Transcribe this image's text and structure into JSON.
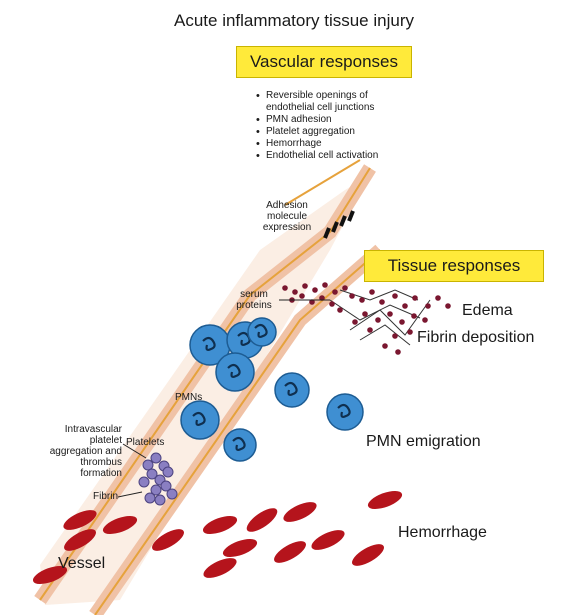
{
  "title": "Acute inflammatory tissue injury",
  "vascular_banner": "Vascular responses",
  "vascular_responses": [
    "Reversible openings of endothelial cell junctions",
    "PMN adhesion",
    "Platelet aggregation",
    "Hemorrhage",
    "Endothelial cell activation"
  ],
  "tissue_banner": "Tissue responses",
  "labels": {
    "adhesion": "Adhesion molecule expression",
    "serum": "serum proteins",
    "edema": "Edema",
    "fibrin_deposition": "Fibrin deposition",
    "pmns": "PMNs",
    "intravascular": "Intravascular platelet aggregation and thrombus formation",
    "platelets": "Platelets",
    "fibrin": "Fibrin",
    "pmn_emigration": "PMN emigration",
    "hemorrhage": "Hemorrhage",
    "vessel": "Vessel"
  },
  "colors": {
    "banner": "#ffea3a",
    "vessel_wall": "#f0c2a6",
    "vessel_outline": "#e6a23c",
    "pmn": "#3f8fd2",
    "rbc": "#b5141c",
    "platelet": "#8a7fc2",
    "serum_dots": "#7a1730"
  }
}
